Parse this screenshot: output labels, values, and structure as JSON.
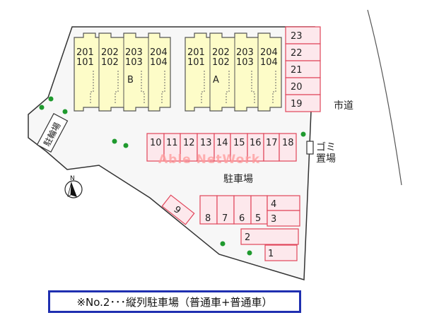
{
  "building_b": {
    "label": "B",
    "units": [
      {
        "top": "201",
        "bottom": "101"
      },
      {
        "top": "202",
        "bottom": "102"
      },
      {
        "top": "203",
        "bottom": "103"
      },
      {
        "top": "204",
        "bottom": "104"
      }
    ]
  },
  "building_a": {
    "label": "A",
    "units": [
      {
        "top": "201",
        "bottom": "101"
      },
      {
        "top": "202",
        "bottom": "102"
      },
      {
        "top": "203",
        "bottom": "103"
      },
      {
        "top": "204",
        "bottom": "104"
      }
    ]
  },
  "parking": {
    "right_column": [
      "23",
      "22",
      "21",
      "20",
      "19"
    ],
    "middle_row": [
      "10",
      "11",
      "12",
      "13",
      "14",
      "15",
      "16",
      "17",
      "18"
    ],
    "bottom_row": [
      "8",
      "7",
      "6",
      "5"
    ],
    "slot_9": "9",
    "bottom_right_upper": [
      "4",
      "3"
    ],
    "slot_2": "2",
    "slot_1": "1"
  },
  "labels": {
    "city_road": "市道",
    "garbage_line1": "ゴミ",
    "garbage_line2": "置場",
    "parking_lot": "駐車場",
    "bicycle_parking": "駐輪場",
    "north": "N",
    "watermark": "Able NetWork"
  },
  "note": "※No.2･･･縦列駐車場（普通車+普通車）",
  "colors": {
    "lot_outline": "#333333",
    "building_fill": "#fdfcc8",
    "slot_stroke": "#e0455a",
    "slot_fill": "#fde8ec",
    "tree": "#1f9a2e",
    "note_border": "#1f2fb0"
  }
}
